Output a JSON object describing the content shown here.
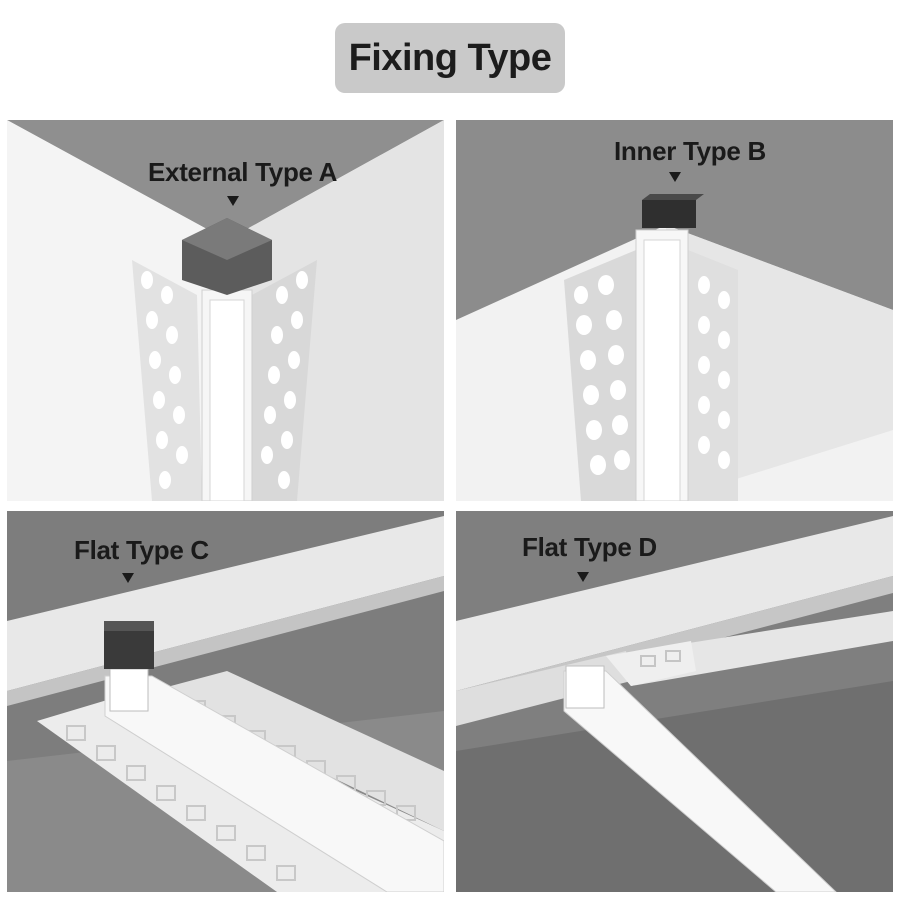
{
  "header": {
    "title": "Fixing Type"
  },
  "panels": [
    {
      "label": "External Type A"
    },
    {
      "label": "Inner Type B"
    },
    {
      "label": "Flat Type C"
    },
    {
      "label": "Flat Type D"
    }
  ],
  "colors": {
    "badge": "#c9c9c9",
    "ceiling_dark": "#7c7c7c",
    "ceiling_mid": "#9a9a9a",
    "wall_light": "#ececec",
    "profile": "#f2f2f2",
    "end_cap": "#3a3a3a"
  }
}
